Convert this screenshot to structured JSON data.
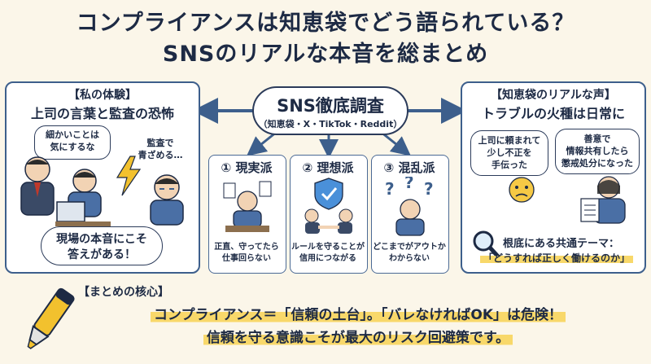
{
  "title": {
    "line1": "コンプライアンスは知恵袋でどう語られている？",
    "line2": "SNSのリアルな本音を総まとめ"
  },
  "left_panel": {
    "heading": "【私の体験】",
    "subheading": "上司の言葉と監査の恐怖",
    "boss_bubble": "細かいことは\n気にするな",
    "audit_bubble": "監査で\n青ざめる…",
    "bottom_bubble": "現場の本音にこそ\n答えがある！"
  },
  "center": {
    "cloud_title": "SNS徹底調査",
    "cloud_sub": "（知恵袋・X・TikTok・Reddit）",
    "categories": [
      {
        "label": "① 現実派",
        "caption": "正直、守ってたら\n仕事回らない"
      },
      {
        "label": "② 理想派",
        "caption": "ルールを守ることが\n信用につながる"
      },
      {
        "label": "③ 混乱派",
        "caption": "どこまでがアウトか\nわからない"
      }
    ]
  },
  "right_panel": {
    "heading": "【知恵袋のリアルな声】",
    "subheading": "トラブルの火種は日常に",
    "bubble1": "上司に頼まれて\n少し不正を\n手伝った",
    "bubble2": "善意で\n情報共有したら\n懲戒処分になった",
    "theme_label": "根底にある共通テーマ：",
    "theme_text": "「どうすれば正しく働けるのか」"
  },
  "summary": {
    "label": "【まとめの核心】",
    "line1": "コンプライアンス＝「信頼の土台」。「バレなければOK」は危険！",
    "line2": "信頼を守る意識こそが最大のリスク回避策です。"
  },
  "colors": {
    "navy": "#1d2a44",
    "panel_border": "#3d5f8c",
    "highlight": "#f8d86a",
    "background": "#fbf6e9"
  }
}
